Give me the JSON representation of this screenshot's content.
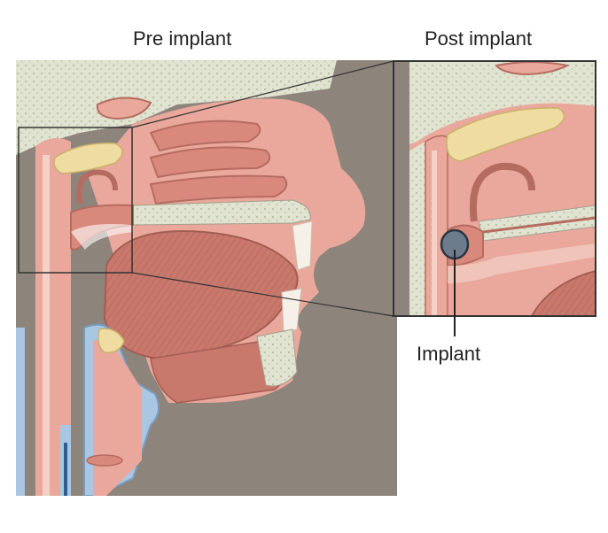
{
  "titles": {
    "pre": "Pre implant",
    "post": "Post implant"
  },
  "callout": {
    "implant": "Implant"
  },
  "colors": {
    "bone": "#dfe3cf",
    "bone_dots": "#b9bda6",
    "muscle": "#d9897c",
    "soft_tissue": "#e9a89b",
    "dark_tissue": "#b56c60",
    "skin_outline": "#8d847c",
    "adipose": "#efdca0",
    "airway": "#ffffff",
    "cartilage": "#a9c7e3",
    "implant_fill": "#6c7c8c",
    "frame": "#333333"
  }
}
